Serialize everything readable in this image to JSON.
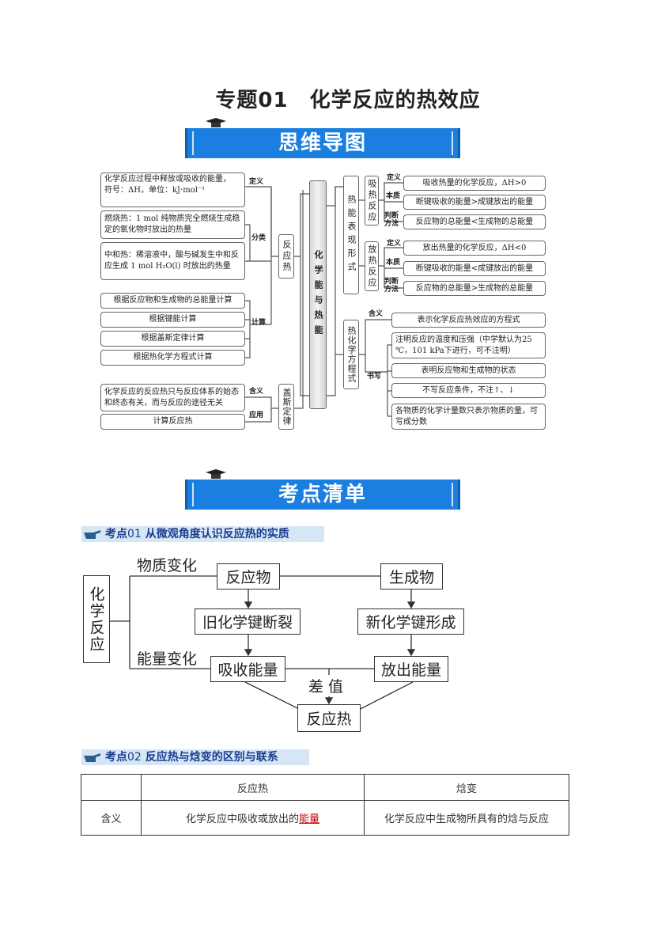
{
  "title": "专题01　化学反应的热效应",
  "banner1": "思维导图",
  "banner2": "考点清单",
  "mindmap": {
    "center": "化学能与热能",
    "left": {
      "def_box": [
        "化学反应过程中释放或吸收的能量，",
        "符号：ΔH，单位：kJ·mol⁻¹"
      ],
      "def_label": "定义",
      "class_label": "分类",
      "combustion": "燃烧热：1 mol 纯物质完全燃烧生成稳定的氧化物时放出的热量",
      "neutralization": "中和热：稀溶液中，酸与碱发生中和反应生成 1 mol H₂O(l) 时放出的热量",
      "calc_label": "计算",
      "calc": [
        "根据反应物和生成物的总能量计算",
        "根据键能计算",
        "根据盖斯定律计算",
        "根据热化学方程式计算"
      ],
      "reaction_heat": "反应热",
      "hess": "盖斯定律",
      "hess_meaning_label": "含义",
      "hess_meaning": "化学反应的反应热只与反应体系的始态和终态有关，而与反应的途径无关",
      "hess_apply_label": "应用",
      "hess_apply": "计算反应热"
    },
    "right": {
      "forms": "热能表现形式",
      "endo": "吸热反应",
      "exo": "放热反应",
      "labels": [
        "定义",
        "本质",
        "判断方法"
      ],
      "endo_items": [
        "吸收热量的化学反应，ΔH>0",
        "断键吸收的能量>成键放出的能量",
        "反应物的总能量<生成物的总能量"
      ],
      "exo_items": [
        "放出热量的化学反应，ΔH<0",
        "断键吸收的能量<成键放出的能量",
        "反应物的总能量>生成物的总能量"
      ],
      "thermo_eq": "热化学方程式",
      "meaning_label": "含义",
      "meaning": "表示化学反应热效应的方程式",
      "write_label": "书写",
      "write_items": [
        "注明反应的温度和压强（中学默认为25 ℃，101 kPa下进行，可不注明）",
        "表明反应物和生成物的状态",
        "不写反应条件，不注↑、↓",
        "各物质的化学计量数只表示物质的量，可写成分数"
      ]
    }
  },
  "kp1": {
    "prefix": "考点",
    "num": "01",
    "title": "从微观角度认识反应热的实质"
  },
  "flow": {
    "chem": "化学反应",
    "matter": "物质变化",
    "energy": "能量变化",
    "reactant": "反应物",
    "product": "生成物",
    "break": "旧化学键断裂",
    "form": "新化学键形成",
    "absorb": "吸收能量",
    "release": "放出能量",
    "diff": "差 值",
    "heat": "反应热"
  },
  "kp2": {
    "prefix": "考点",
    "num": "02",
    "title": "反应热与焓变的区别与联系"
  },
  "table": {
    "headers": [
      "",
      "反应热",
      "焓变"
    ],
    "row": {
      "label": "含义",
      "heat_pre": "化学反应中吸收或放出的",
      "heat_hl": "能量",
      "enthalpy": "化学反应中生成物所具有的焓与反应"
    }
  }
}
